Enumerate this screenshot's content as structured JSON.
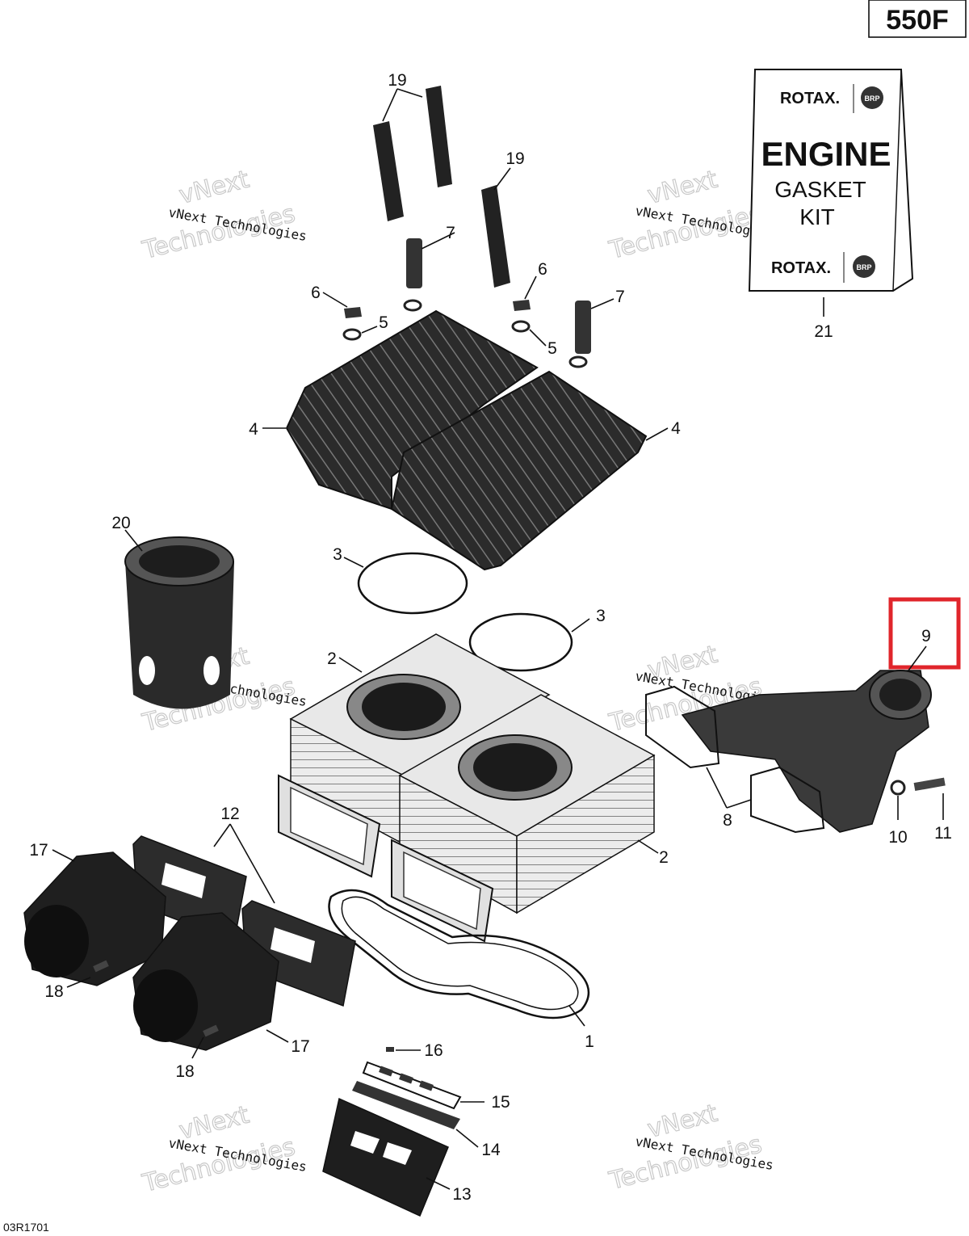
{
  "model_badge": "550F",
  "diagram_code": "03R1701",
  "watermark": {
    "line1": "vNext Technologies",
    "line2": "vNext",
    "line3": "Technologies"
  },
  "gasket_kit": {
    "brand_top": "ROTAX.",
    "title": "ENGINE",
    "line2": "GASKET",
    "line3": "KIT",
    "brand_bottom": "ROTAX.",
    "brand_logo_text": "BRP"
  },
  "callouts": {
    "c1": "1",
    "c2a": "2",
    "c2b": "2",
    "c3a": "3",
    "c3b": "3",
    "c4a": "4",
    "c4b": "4",
    "c5a": "5",
    "c5b": "5",
    "c6a": "6",
    "c6b": "6",
    "c7a": "7",
    "c7b": "7",
    "c8": "8",
    "c9": "9",
    "c10": "10",
    "c11": "11",
    "c12": "12",
    "c13": "13",
    "c14": "14",
    "c15": "15",
    "c16": "16",
    "c17a": "17",
    "c17b": "17",
    "c18a": "18",
    "c18b": "18",
    "c19a": "19",
    "c19b": "19",
    "c20": "20",
    "c21": "21"
  },
  "colors": {
    "highlight": "#e0252b",
    "part_dark": "#2a2a2a",
    "part_light": "#e6e6e6"
  },
  "highlighted_part": "9"
}
